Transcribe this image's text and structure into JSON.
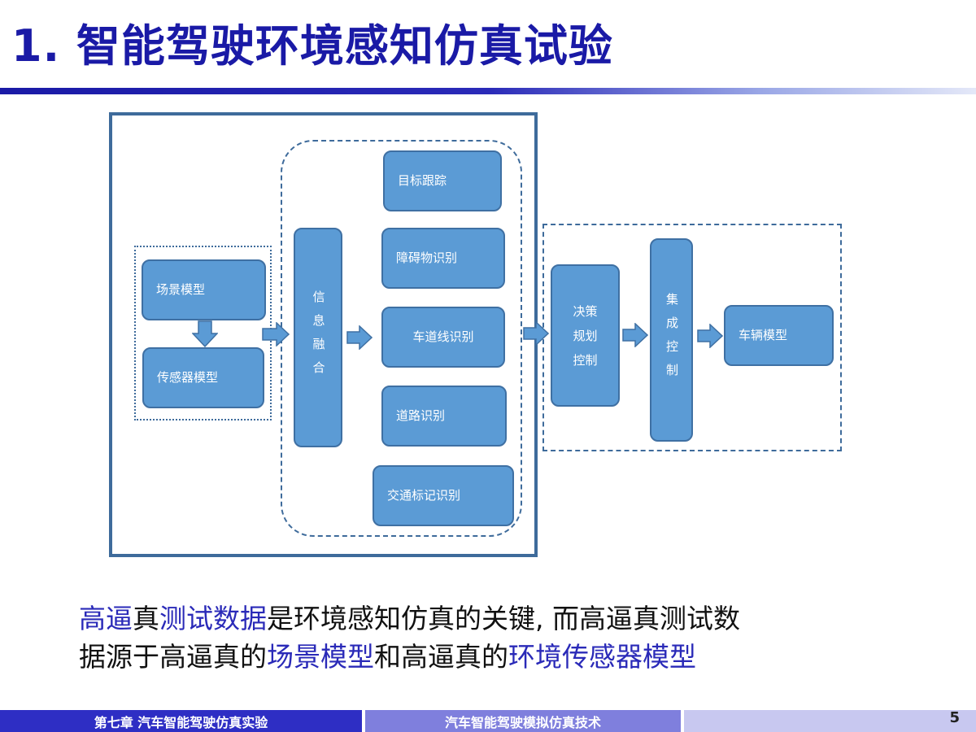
{
  "slide": {
    "title": "1. 智能驾驶环境感知仿真试验"
  },
  "diagram": {
    "nodes": {
      "scene_model": "场景模型",
      "sensor_model": "传感器模型",
      "info_fusion": "信息融合",
      "target_tracking": "目标跟踪",
      "obstacle_recognition": "障碍物识别",
      "lane_recognition": "车道线识别",
      "road_recognition": "道路识别",
      "traffic_sign_recognition": "交通标记识别",
      "decision_line1": "决策",
      "decision_line2": "规划",
      "decision_line3": "控制",
      "integrated_control": "集成控制",
      "vehicle_model": "车辆模型"
    },
    "colors": {
      "node_fill": "#5b9bd5",
      "node_border": "#3f70a3",
      "frame_border": "#3e6b9b"
    }
  },
  "body": {
    "line1": [
      {
        "text": "高逼",
        "color": "blue"
      },
      {
        "text": "真",
        "color": "black"
      },
      {
        "text": "测试数据",
        "color": "blue"
      },
      {
        "text": "是",
        "color": "black"
      },
      {
        "text": "环",
        "color": "black"
      },
      {
        "text": "境感知仿",
        "color": "black"
      },
      {
        "text": "真",
        "color": "black"
      },
      {
        "text": "的关键",
        "color": "black"
      },
      {
        "text": ", 而高逼",
        "color": "black"
      },
      {
        "text": "真",
        "color": "black"
      },
      {
        "text": "测试数",
        "color": "black"
      }
    ],
    "line2": [
      {
        "text": "据源于高逼",
        "color": "black"
      },
      {
        "text": "真",
        "color": "black"
      },
      {
        "text": "的",
        "color": "black"
      },
      {
        "text": "场景模型",
        "color": "blue"
      },
      {
        "text": "和高逼",
        "color": "black"
      },
      {
        "text": "真",
        "color": "black"
      },
      {
        "text": "的",
        "color": "black"
      },
      {
        "text": "环境传",
        "color": "blue"
      },
      {
        "text": "感器模型",
        "color": "blue"
      }
    ]
  },
  "footer": {
    "chapter": "第七章 汽车智能驾驶仿真实验",
    "course": "汽车智能驾驶模拟仿真技术",
    "page": "5"
  }
}
